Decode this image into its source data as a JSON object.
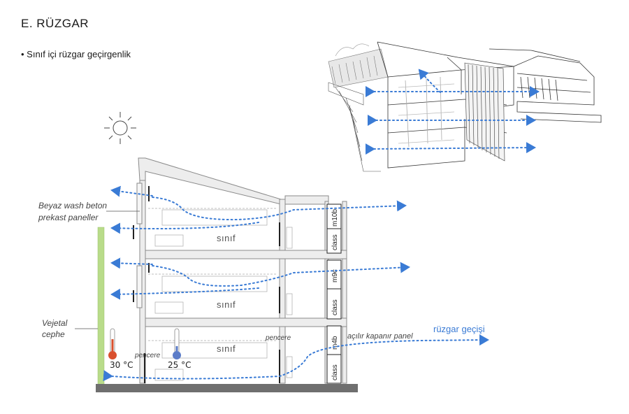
{
  "heading": "E. RÜZGAR",
  "bullet": "• Sınıf içi rüzgar geçirgenlik",
  "labels": {
    "beyaz_line1": "Beyaz wash beton",
    "beyaz_line2": "prekast paneller",
    "vejetal_line1": "Vejetal",
    "vejetal_line2": "cephe",
    "pencere_left": "pencere",
    "pencere_right": "pencere",
    "panel": "açılır kapanır panel",
    "wind": "rüzgar geçişi"
  },
  "rooms": {
    "sinif_1": "sınıf",
    "sinif_2": "sınıf",
    "sinif_3": "sınıf",
    "room_top_a": "m10b",
    "room_top_b": "class",
    "room_mid_a": "m9c",
    "room_mid_b": "class",
    "room_bot_a": "m4b",
    "room_bot_b": "class"
  },
  "thermometers": {
    "hot": "30 °C",
    "cool": "25 °C",
    "hot_color": "#d9502e",
    "cool_color": "#5b7cc8"
  },
  "colors": {
    "arrow": "#3a7bd5",
    "vegetation": "#b9dc8a",
    "ground": "#6f6f6f",
    "structure": "#9a9a9a"
  },
  "icons": {
    "sun": "sun-icon"
  }
}
